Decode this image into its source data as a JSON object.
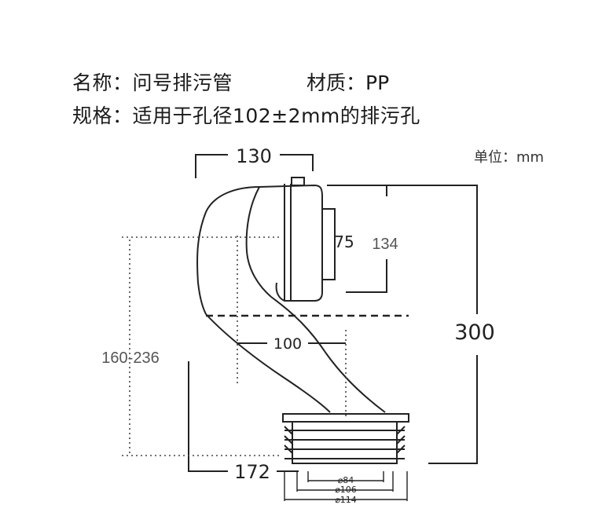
{
  "spec": {
    "line1": "名称：问号排污管",
    "material": "材质：PP",
    "line2": "规格：适用于孔径102±2mm的排污孔"
  },
  "unit_label": "单位：mm",
  "dimensions": {
    "top_width": "130",
    "inner_height": "75",
    "outlet_height": "134",
    "total_height": "300",
    "offset": "100",
    "drop_range": "160-236",
    "bottom_width": "172",
    "dia_84": "⌀84",
    "dia_106": "⌀106",
    "dia_114": "⌀114"
  },
  "colors": {
    "line": "#222222",
    "dotted": "#444444"
  }
}
